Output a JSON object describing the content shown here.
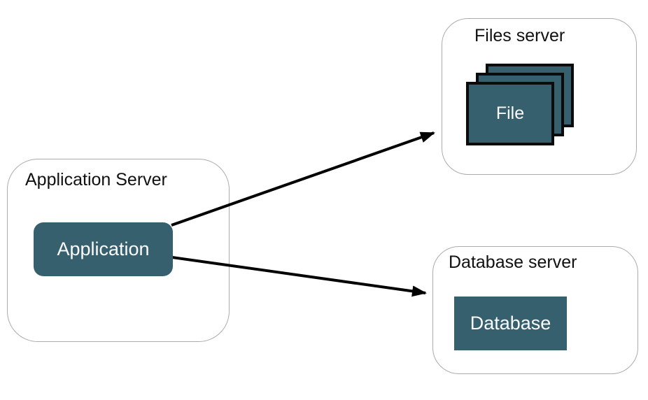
{
  "diagram": {
    "type": "architecture-diagram",
    "containers": {
      "app_server": {
        "title": "Application Server"
      },
      "files_server": {
        "title": "Files server"
      },
      "db_server": {
        "title": "Database server"
      }
    },
    "nodes": {
      "application": {
        "label": "Application"
      },
      "file": {
        "label": "File"
      },
      "database": {
        "label": "Database"
      }
    },
    "edges": [
      {
        "from": "application",
        "to": "files_server"
      },
      {
        "from": "application",
        "to": "db_server"
      }
    ],
    "colors": {
      "node_fill": "#36606e",
      "node_text": "#fbfbfb",
      "container_border": "#ababab",
      "container_fill": "#ffffff",
      "title_text": "#111111",
      "arrow": "#000000",
      "file_stack_border": "#0b0b0b",
      "background": "#ffffff"
    }
  }
}
